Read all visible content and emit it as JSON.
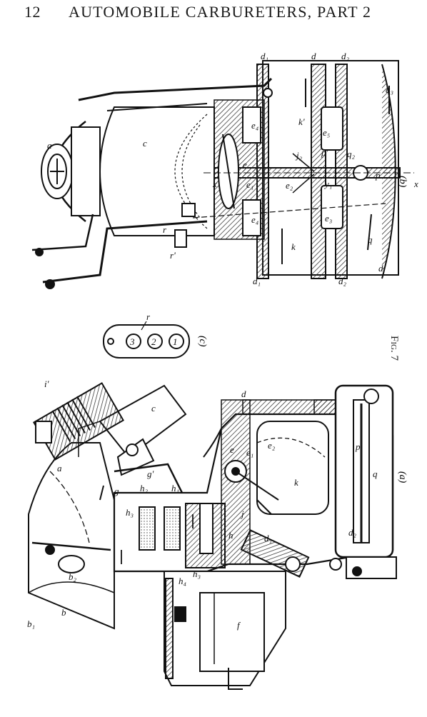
{
  "header": {
    "page_number": "12",
    "running_title": "AUTOMOBILE CARBURETERS, PART 2"
  },
  "figure": {
    "caption": "Fig. 7",
    "panel_labels": [
      "(a)",
      "(b)",
      "(c)"
    ],
    "top_labels": [
      "a",
      "c",
      "d",
      "d1",
      "d2",
      "d",
      "e",
      "e1",
      "e2",
      "e3",
      "e4",
      "e4",
      "e5",
      "j2",
      "k",
      "k'",
      "p",
      "p'",
      "q",
      "q2",
      "q3",
      "r",
      "r'",
      "x",
      "x",
      "y1"
    ],
    "left_labels": [
      "a",
      "b",
      "b1",
      "b2",
      "c",
      "d",
      "d1",
      "d2",
      "e",
      "e1",
      "e2",
      "f",
      "g",
      "g'",
      "h",
      "h1",
      "h2",
      "h3",
      "h3",
      "h4",
      "i'",
      "j",
      "k",
      "p",
      "q"
    ],
    "plate_numbers": [
      "1",
      "2",
      "3"
    ],
    "plate_label": "r"
  }
}
